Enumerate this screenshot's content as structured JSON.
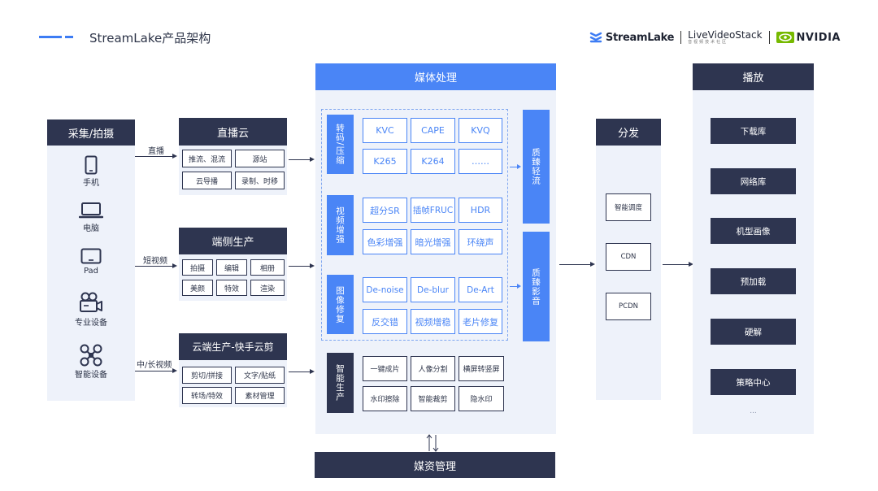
{
  "header": {
    "title": "StreamLake产品架构",
    "logos": {
      "streamlake": "StreamLake",
      "livevideostack": "LiveVideoStack",
      "livevideostack_sub": "音视频技术社区",
      "nvidia": "NVIDIA"
    }
  },
  "capture": {
    "title": "采集/拍摄",
    "devices": [
      {
        "label": "手机",
        "icon": "phone-icon"
      },
      {
        "label": "电脑",
        "icon": "laptop-icon"
      },
      {
        "label": "Pad",
        "icon": "tablet-icon"
      },
      {
        "label": "专业设备",
        "icon": "camera-icon"
      },
      {
        "label": "智能设备",
        "icon": "drone-icon"
      }
    ]
  },
  "flows": {
    "live_label": "直播",
    "short_label": "短视频",
    "long_label": "中/长视频"
  },
  "live_cloud": {
    "title": "直播云",
    "items": [
      "推流、混流",
      "源站",
      "云导播",
      "录制、时移"
    ]
  },
  "edge_production": {
    "title": "端侧生产",
    "items": [
      "拍摄",
      "编辑",
      "相册",
      "美颜",
      "特效",
      "渲染"
    ]
  },
  "cloud_production": {
    "title": "云端生产-快手云剪",
    "items": [
      "剪切/拼接",
      "文字/贴纸",
      "转场/特效",
      "素材管理"
    ]
  },
  "media_processing": {
    "title": "媒体处理",
    "groups": [
      {
        "label": "转码/压缩",
        "items": [
          "KVC",
          "CAPE",
          "KVQ",
          "K265",
          "K264",
          "……"
        ]
      },
      {
        "label": "视频增强",
        "items": [
          "超分SR",
          "插帧FRUC",
          "HDR",
          "色彩增强",
          "暗光增强",
          "环绕声"
        ]
      },
      {
        "label": "图像修复",
        "items": [
          "De-noise",
          "De-blur",
          "De-Art",
          "反交错",
          "视频增稳",
          "老片修复"
        ]
      }
    ],
    "side_labels": [
      "质臻轻流",
      "质臻影音"
    ],
    "smart": {
      "label": "智能生产",
      "items": [
        "一键成片",
        "人像分割",
        "横屏转竖屏",
        "水印擦除",
        "智能裁剪",
        "隐水印"
      ]
    }
  },
  "asset_management": {
    "title": "媒资管理"
  },
  "distribution": {
    "title": "分发",
    "items": [
      "智能调度",
      "CDN",
      "PCDN"
    ]
  },
  "playback": {
    "title": "播放",
    "items": [
      "下载库",
      "网络库",
      "机型画像",
      "预加载",
      "硬解",
      "策略中心"
    ],
    "more": "..."
  },
  "colors": {
    "dark_navy": "#2e3550",
    "accent_blue": "#4a85f6",
    "panel_bg": "#eef2fa"
  }
}
